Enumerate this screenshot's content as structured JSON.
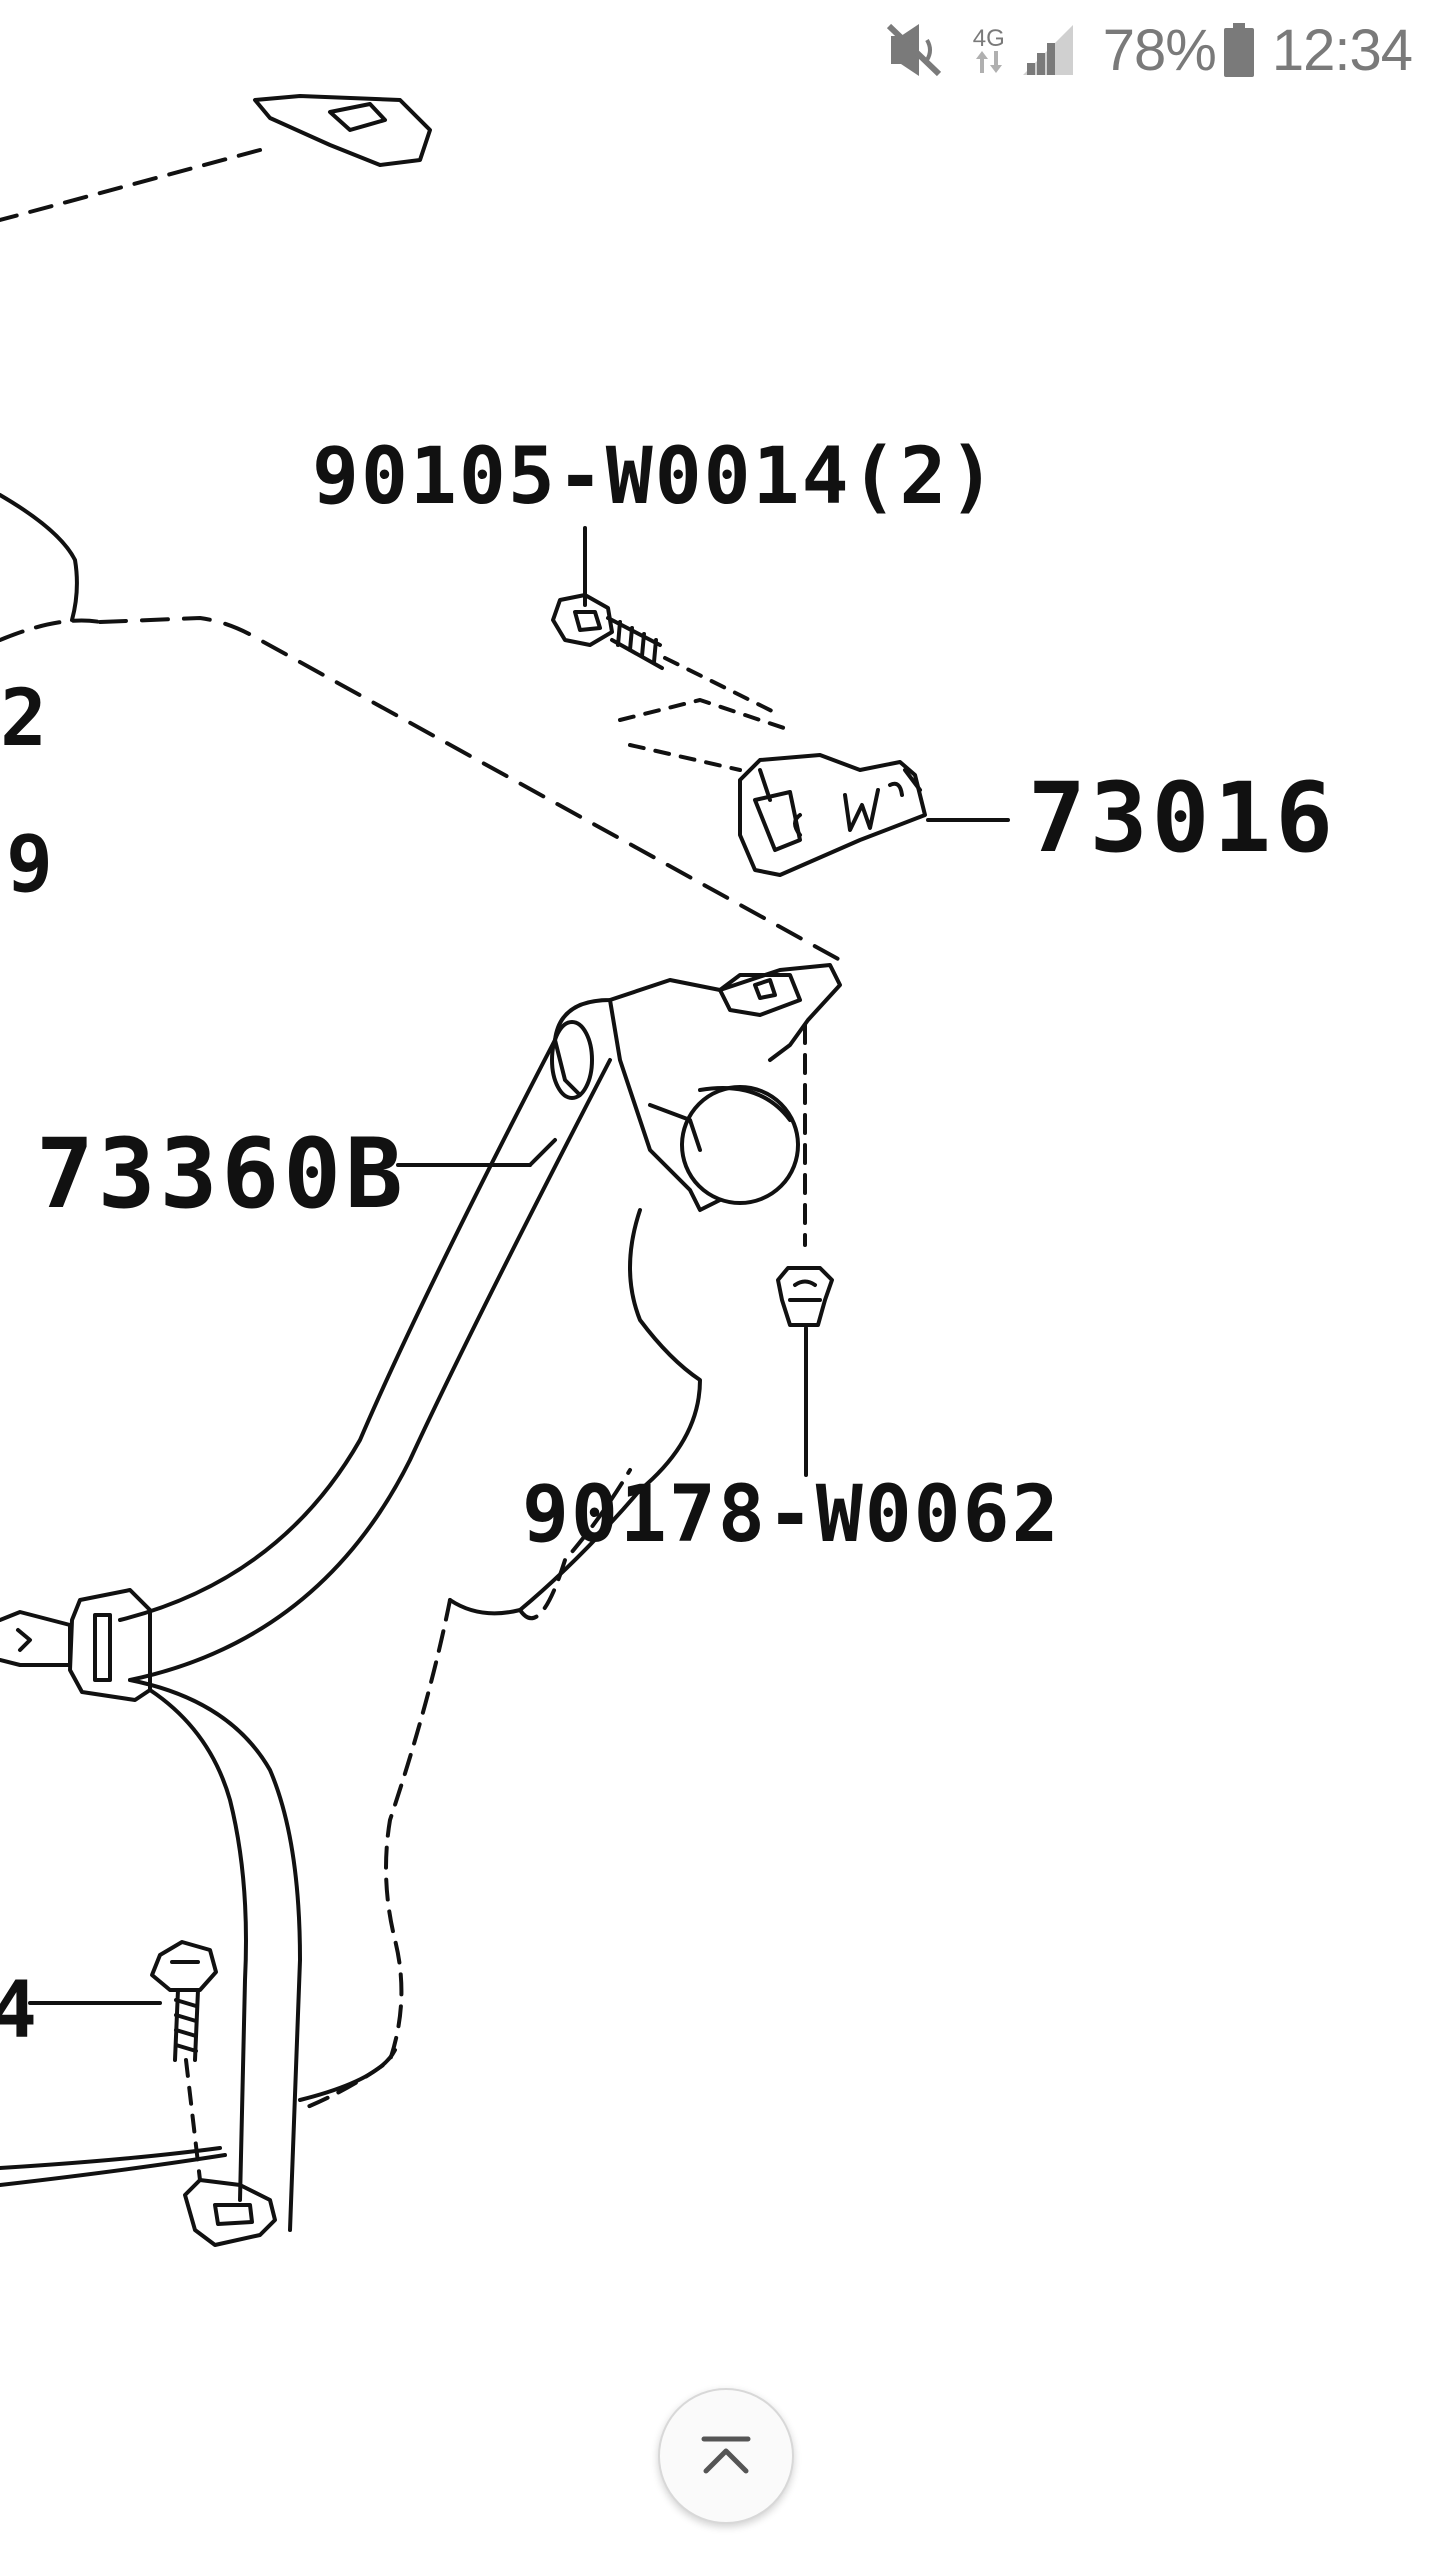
{
  "status_bar": {
    "network_type": "4G",
    "battery_percent": "78%",
    "time": "12:34",
    "icons": [
      "mute-vibrate-icon",
      "network-4g-icon",
      "signal-strength-icon",
      "battery-icon"
    ]
  },
  "diagram": {
    "labels": {
      "bolt_top": "90105-W0014(2)",
      "bracket": "73016",
      "belt_assembly": "73360B",
      "nut": "90178-W0062",
      "edge_2": "2",
      "edge_9": "9",
      "edge_4": "4"
    }
  },
  "scroll_top_button": {
    "icon": "chevron-up-to-top-icon"
  },
  "colors": {
    "line": "#111111",
    "status_text": "#7a7a7a",
    "background": "#ffffff"
  }
}
